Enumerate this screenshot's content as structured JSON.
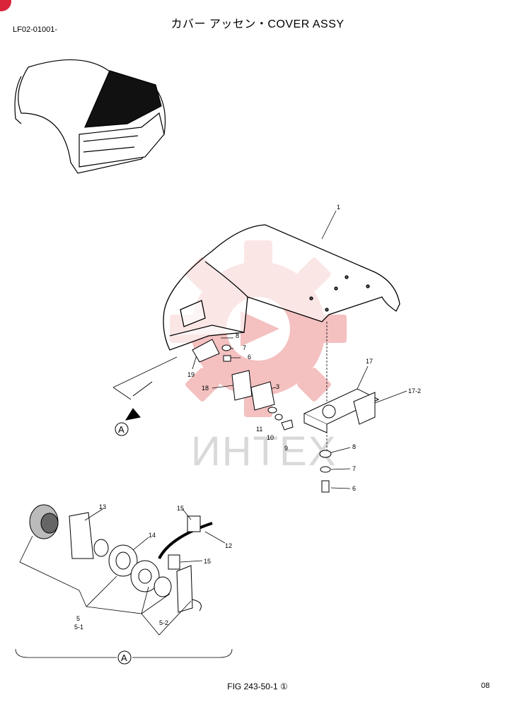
{
  "header": {
    "title": "カバー アッセン・COVER ASSY",
    "part_code": "LF02-01001-"
  },
  "footer": {
    "figure": "FIG 243-50-1 ①",
    "page": "08"
  },
  "watermark": {
    "text": "ИНТЕХ",
    "color": "#f3b6b6"
  },
  "callouts": {
    "c1": "1",
    "c3": "3",
    "c5": "5",
    "c5_1": "5-1",
    "c5_2": "5-2",
    "c6a": "6",
    "c6b": "6",
    "c7a": "7",
    "c7b": "7",
    "c8a": "8",
    "c8b": "8",
    "c9": "9",
    "c10": "10",
    "c11": "11",
    "c12": "12",
    "c13": "13",
    "c14": "14",
    "c15a": "15",
    "c15b": "15",
    "c17": "17",
    "c17_2": "17-2",
    "c18": "18",
    "c19": "19",
    "detail_a1": "A",
    "detail_a2": "A"
  },
  "icons": {
    "badge": "corner-red-badge",
    "watermark_logo": "gear-logo-icon"
  },
  "colors": {
    "accent": "#d9243a",
    "line": "#000000"
  }
}
